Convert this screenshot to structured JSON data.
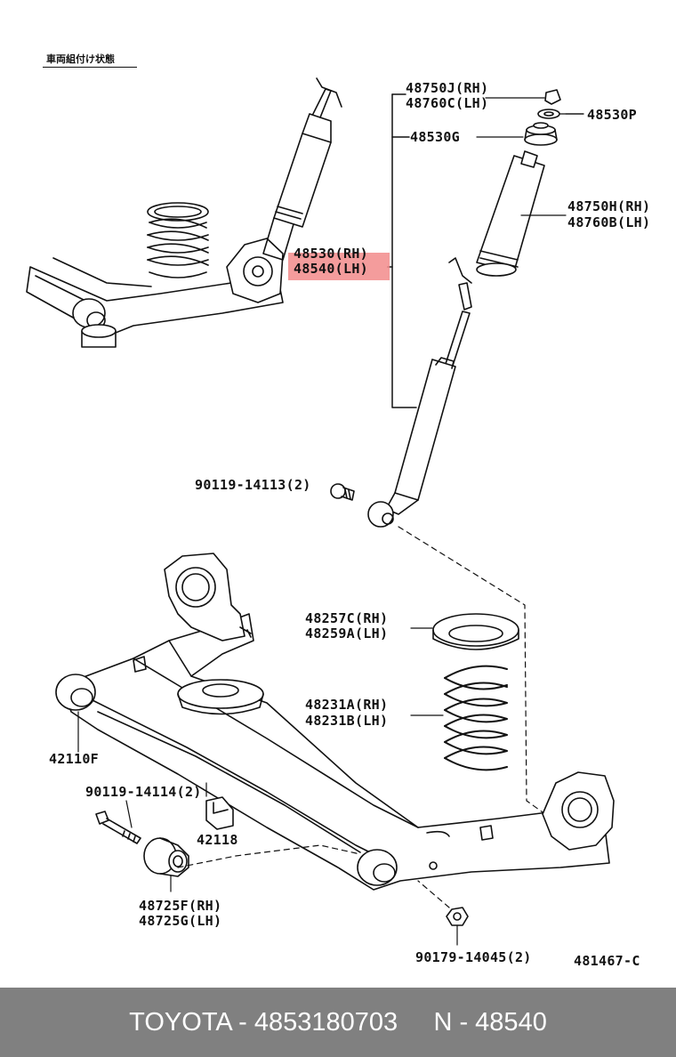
{
  "inset_title": "車両組付け状態",
  "labels": {
    "p48750J": "48750J(RH)",
    "p48760C": "48760C(LH)",
    "p48530P": "48530P",
    "p48530G": "48530G",
    "p48750H": "48750H(RH)",
    "p48760B": "48760B(LH)",
    "p48530": "48530(RH)",
    "p48540": "48540(LH)",
    "p90119_14113": "90119-14113(2)",
    "p48257C": "48257C(RH)",
    "p48259A": "48259A(LH)",
    "p48231A": "48231A(RH)",
    "p48231B": "48231B(LH)",
    "p42110F": "42110F",
    "p90119_14114": "90119-14114(2)",
    "p42118": "42118",
    "p48725F": "48725F(RH)",
    "p48725G": "48725G(LH)",
    "p90179_14045": "90179-14045(2)",
    "diagram_code": "481467-C"
  },
  "footer": {
    "text": "TOYOTA - 4853180703     N - 48540"
  },
  "highlight_color": "#f28b8b"
}
